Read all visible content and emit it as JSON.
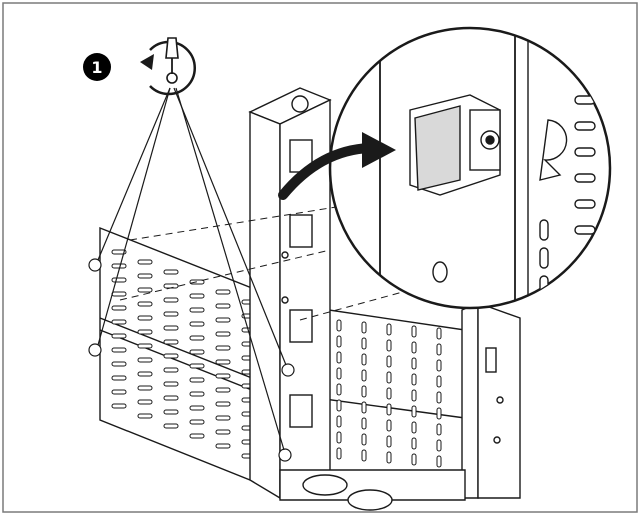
{
  "figure": {
    "step_badge": "1",
    "colors": {
      "line": "#1a1a1a",
      "fill": "#ffffff",
      "shade": "#d9d9d9",
      "badge": "#000000",
      "frame": "#7a7a7a"
    },
    "icons": {
      "step": "step-number-badge",
      "rotate": "counter-clockwise-screwdriver-icon",
      "magnify": "magnified-detail-callout",
      "arrow": "curved-arrow-icon"
    }
  }
}
